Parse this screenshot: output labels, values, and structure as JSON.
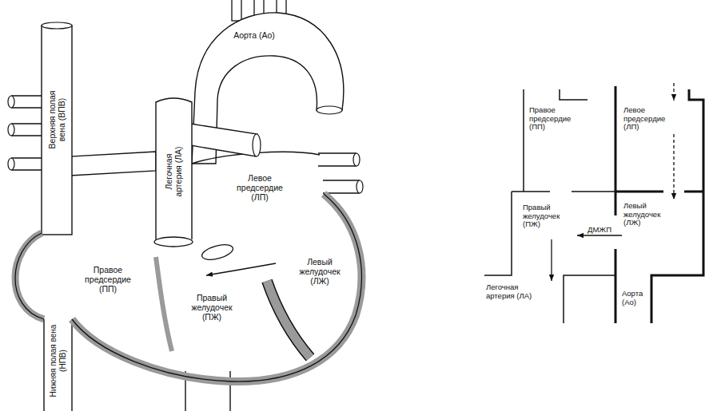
{
  "diagram": {
    "nodes": [
      {
        "text": [
          "Правое предсердие (ПП)"
        ]
      },
      {
        "text": [
          "Левое предсердие (ЛП)"
        ]
      },
      {
        "text": [
          "Правый желудочек (ПЖ)"
        ]
      },
      {
        "text": [
          "Левый желудочек (ЛЖ)"
        ]
      },
      {
        "text": [
          "Легочная артерия (ЛА)"
        ]
      },
      {
        "text": [
          "Аорта (Ао)"
        ]
      }
    ],
    "edges": [
      {
        "from": 1,
        "to": 3,
        "arrow": "to"
      },
      {
        "from": 3,
        "to": 2,
        "label": "ДМЖП",
        "arrow": "to"
      },
      {
        "from": 2,
        "to": 4,
        "arrow": "to"
      }
    ],
    "labels": [
      "Аорта (Ао)",
      "Верхняя полая вена (ВПВ)",
      "Легочная артерия (ЛА)",
      "Левое предсердие (ЛП)",
      "Правое предсердие (ПП)",
      "Левый желудочек (ЛЖ)",
      "Правый желудочек (ПЖ)",
      "Нижняя полая вена (НПВ)"
    ]
  }
}
